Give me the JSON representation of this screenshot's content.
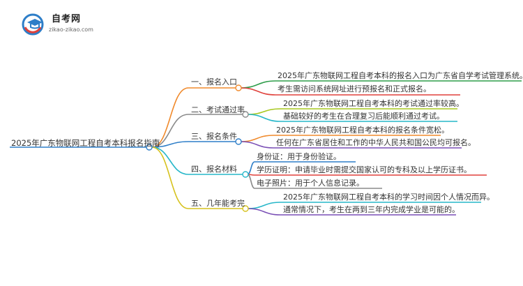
{
  "logo": {
    "name": "自考网",
    "url": "zikao-zikao.com"
  },
  "root": {
    "label": "2025年广东物联网工程自考本科报名指南"
  },
  "branches": [
    {
      "label": "一、报名入口",
      "color": "#f08a2c",
      "leaves": [
        {
          "text": "2025年广东物联网工程自考本科的报名入口为广东省自学考试管理系统。",
          "color": "#2e9d4a"
        },
        {
          "text": "考生需访问系统网址进行预报名和正式报名。",
          "color": "#e0413b"
        }
      ]
    },
    {
      "label": "二、考试通过率",
      "color": "#8a8a8a",
      "leaves": [
        {
          "text": "2025年广东物联网工程自考本科的考试通过率较高。",
          "color": "#a7c81e"
        },
        {
          "text": "基础较好的考生在合理复习后能顺利通过考试。",
          "color": "#27b7c9"
        }
      ]
    },
    {
      "label": "三、报名条件",
      "color": "#2e7ec8",
      "leaves": [
        {
          "text": "2025年广东物联网工程自考本科的报名条件宽松。",
          "color": "#f08a2c"
        },
        {
          "text": "任何在广东省居住和工作的中华人民共和国公民均可报名。",
          "color": "#7a4fb5"
        }
      ]
    },
    {
      "label": "四、报名材料",
      "color": "#27b7c9",
      "leaves": [
        {
          "text": "身份证：用于身份验证。",
          "color": "#2e7ec8"
        },
        {
          "text": "学历证明：申请毕业时需提交国家认可的专科及以上学历证书。",
          "color": "#e0413b"
        },
        {
          "text": "电子照片：用于个人信息记录。",
          "color": "#8a8a8a"
        }
      ]
    },
    {
      "label": "五、几年能考完",
      "color": "#d6c21e",
      "leaves": [
        {
          "text": "2025年广东物联网工程自考本科的学习时间因个人情况而异。",
          "color": "#27b7c9"
        },
        {
          "text": "通常情况下，考生在两到三年内完成学业是可能的。",
          "color": "#7a4fb5"
        }
      ]
    }
  ],
  "root_color": "#2e7ec8"
}
